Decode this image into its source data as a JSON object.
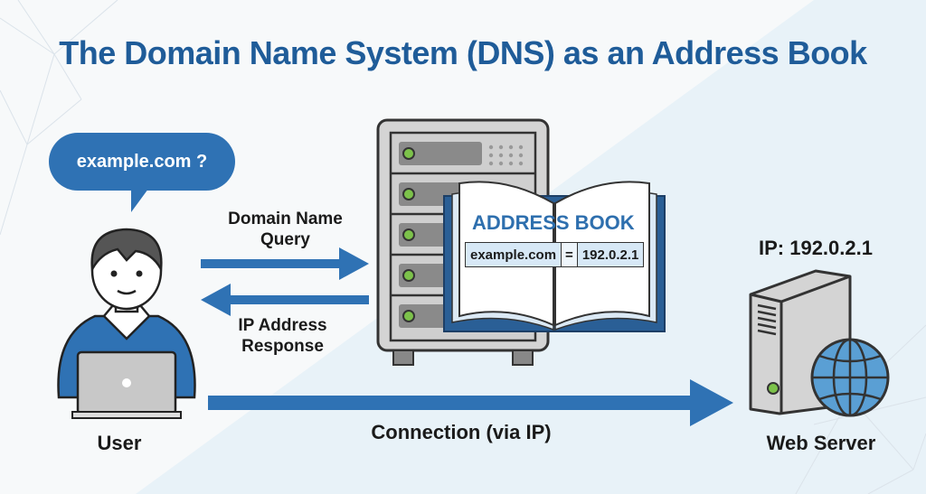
{
  "title": "The Domain Name System (DNS) as an Address Book",
  "user": {
    "speech_bubble": "example.com ?",
    "label": "User"
  },
  "arrows": {
    "query_label_line1": "Domain Name",
    "query_label_line2": "Query",
    "response_label_line1": "IP Address",
    "response_label_line2": "Response",
    "connection_label": "Connection (via IP)"
  },
  "dns_server": {
    "address_book": {
      "title": "ADDRESS BOOK",
      "entry_domain": "example.com",
      "entry_separator": "=",
      "entry_ip": "192.0.2.1"
    }
  },
  "web_server": {
    "ip_label": "IP: 192.0.2.1",
    "label": "Web Server"
  },
  "colors": {
    "primary_blue": "#2f72b4",
    "title_blue": "#1f5c99",
    "server_gray": "#d4d4d4",
    "led_green": "#7cc24a",
    "globe_blue": "#5a9fd4"
  }
}
